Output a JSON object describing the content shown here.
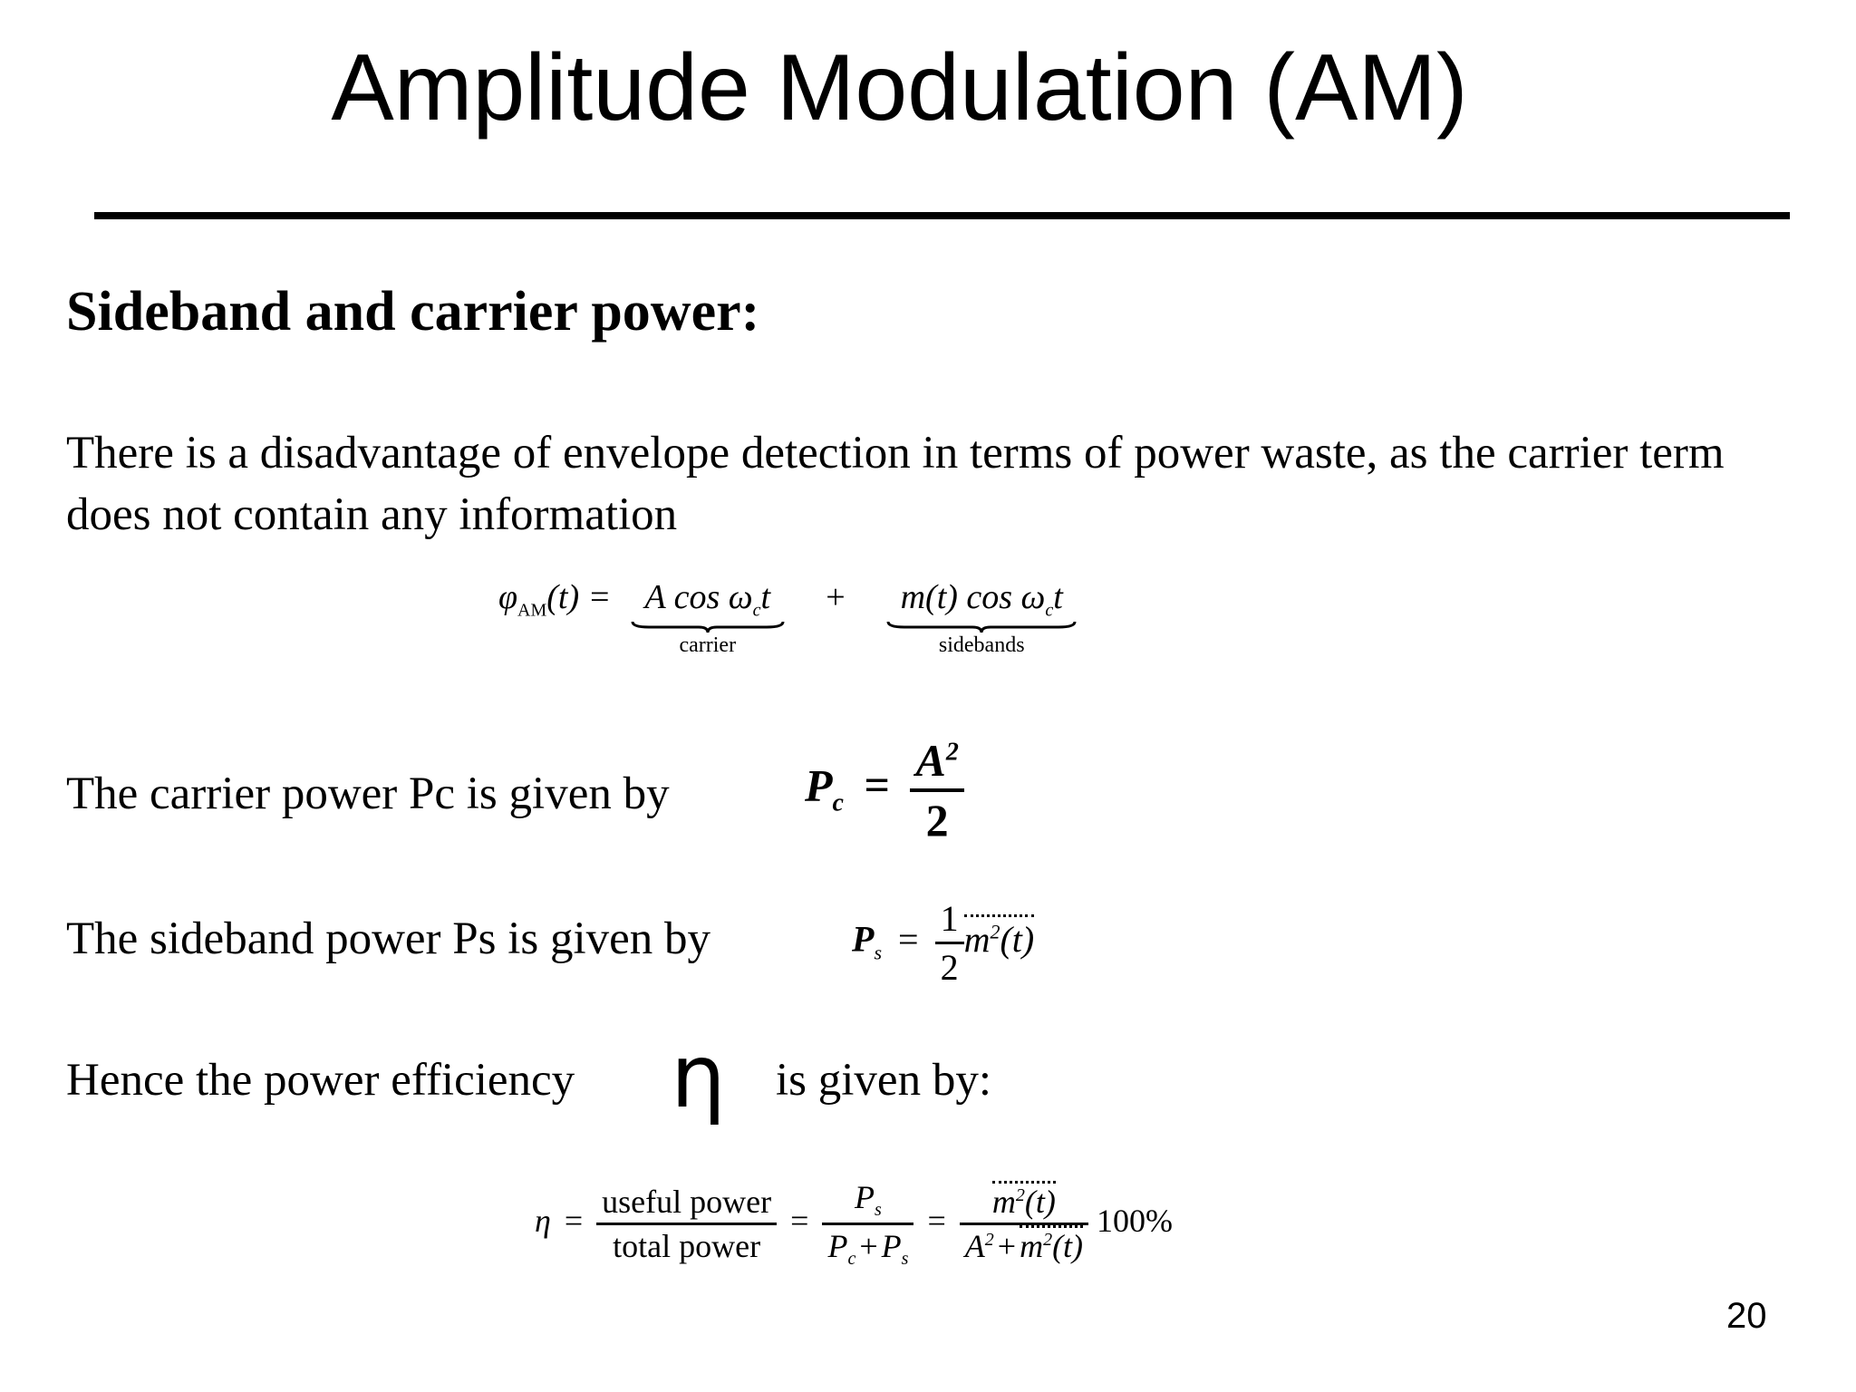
{
  "slide": {
    "title": "Amplitude Modulation (AM)",
    "heading": "Sideband and carrier power:",
    "paragraph": "There is a disadvantage of envelope detection in terms of power waste, as the carrier term does not contain any information",
    "carrier_text": "The carrier power Pc is given by",
    "sideband_text": "The sideband power Ps is given by",
    "efficiency_text": "Hence the power efficiency",
    "efficiency_symbol": "η",
    "efficiency_text_end": "is given by:",
    "page_number": "20"
  },
  "equations": {
    "am_signal": {
      "lhs": "φ",
      "lhs_sub": "AM",
      "lhs_arg": "(t) =",
      "carrier_term": "A cos ω",
      "carrier_sub": "c",
      "carrier_t": "t",
      "plus": "+",
      "sideband_term": "m(t) cos ω",
      "sideband_sub": "c",
      "sideband_t": "t",
      "carrier_label": "carrier",
      "sideband_label": "sidebands"
    },
    "carrier_power": {
      "lhs": "P",
      "lhs_sub": "c",
      "eq": "=",
      "num": "A",
      "num_sup": "2",
      "den": "2"
    },
    "sideband_power": {
      "lhs": "P",
      "lhs_sub": "s",
      "eq": "=",
      "num": "1",
      "den": "2",
      "term": "m",
      "term_sup": "2",
      "term_arg": "(t)"
    },
    "efficiency": {
      "lhs": "η",
      "eq1": "=",
      "f1_num": "useful power",
      "f1_den": "total power",
      "eq2": "=",
      "f2_num": "P",
      "f2_num_sub": "s",
      "f2_den": "P",
      "f2_den_sub1": "c",
      "f2_den_plus": "+",
      "f2_den_p2": "P",
      "f2_den_sub2": "s",
      "eq3": "=",
      "f3_num": "m",
      "f3_num_sup": "2",
      "f3_num_arg": "(t)",
      "f3_den_a": "A",
      "f3_den_a_sup": "2",
      "f3_den_plus": "+",
      "f3_den_m": "m",
      "f3_den_m_sup": "2",
      "f3_den_arg": "(t)",
      "percent": "100%"
    }
  }
}
